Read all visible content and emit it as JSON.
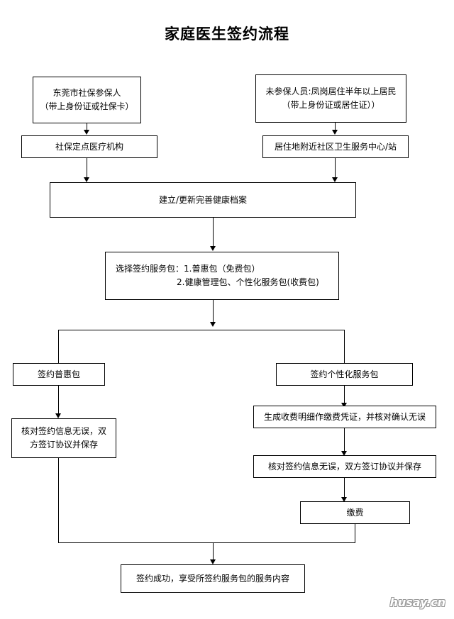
{
  "page": {
    "title": "家庭医生签约流程",
    "watermark": "husay.cn"
  },
  "nodes": {
    "insured_person": {
      "line1": "东莞市社保参保人",
      "line2": "（带上身份证或社保卡）"
    },
    "designated_institution": {
      "label": "社保定点医疗机构"
    },
    "uninsured_person": {
      "line1": "未参保人员:凤岗居住半年以上居民",
      "line2": "（带上身份证或居住证））"
    },
    "community_center": {
      "label": "居住地附近社区卫生服务中心/站"
    },
    "health_record": {
      "label": "建立/更新完善健康档案"
    },
    "select_package": {
      "line1": "选择签约服务包：1.普惠包（免费包）",
      "line2": "2.健康管理包、个性化服务包(收费包)"
    },
    "sign_free_package": {
      "label": "签约普惠包"
    },
    "sign_custom_package": {
      "label": "签约个性化服务包"
    },
    "verify_sign_left": {
      "line1": "核对签约信息无误，双",
      "line2": "方签订协议并保存"
    },
    "generate_invoice": {
      "label": "生成收费明细作缴费凭证，并核对确认无误"
    },
    "verify_sign_right": {
      "label": "核对签约信息无误，双方签订协议并保存"
    },
    "payment": {
      "label": "缴费"
    },
    "success": {
      "label": "签约成功，享受所签约服务包的服务内容"
    }
  },
  "colors": {
    "stroke": "#000000",
    "background": "#ffffff",
    "watermark": "#ffffff"
  }
}
